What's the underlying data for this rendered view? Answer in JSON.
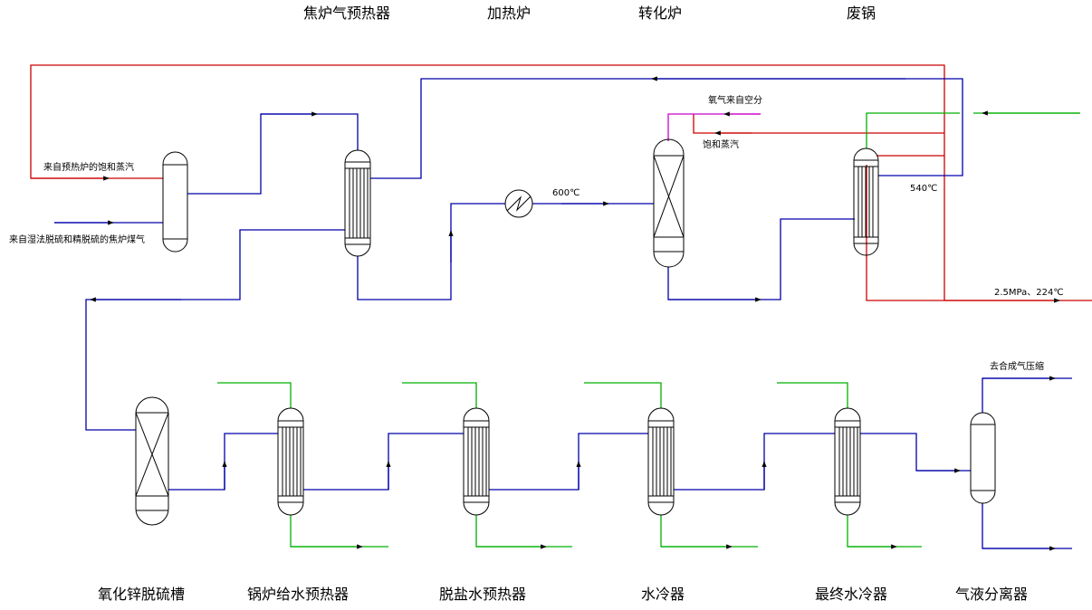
{
  "colors": {
    "steam": "#cc0000",
    "gas": "#0000aa",
    "water": "#00b000",
    "oxygen": "#cc00cc"
  },
  "top_labels": {
    "coke_preheater": "焦炉气预热器",
    "heating_furnace": "加热炉",
    "converter": "转化炉",
    "waste_boiler": "废锅"
  },
  "bottom_labels": {
    "zno_desulfurizer": "氧化锌脱硫槽",
    "boiler_feed_preheater": "锅炉给水预热器",
    "demin_water_preheater": "脱盐水预热器",
    "water_cooler": "水冷器",
    "final_water_cooler": "最终水冷器",
    "gas_liquid_separator": "气液分离器"
  },
  "streams": {
    "steam_from_preheat_furnace": "来自预热炉的饱和蒸汽",
    "coke_gas_feed": "来自湿法脱硫和精脱硫的焦炉煤气",
    "oxygen_from_asu": "氧气来自空分",
    "saturated_steam": "饱和蒸汽",
    "temp_600": "600℃",
    "temp_540": "540℃",
    "steam_out": "2.5MPa、224℃",
    "to_synthesis": "去合成气压缩"
  }
}
